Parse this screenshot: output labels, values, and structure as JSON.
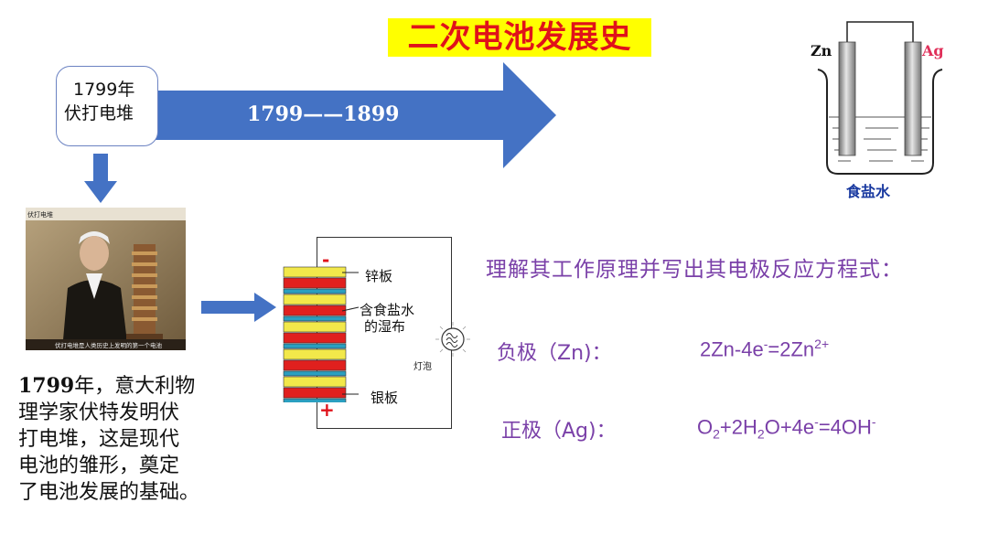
{
  "title": "二次电池发展史",
  "timeline": {
    "start_box_line1": "1799年",
    "start_box_line2": "伏打电堆",
    "arrow_label": "1799——1899"
  },
  "photo": {
    "caption": "伏打电堆",
    "subcaption": "伏打电堆是人类历史上发明的第一个电池"
  },
  "paragraph": {
    "year": "1799",
    "text_after_year": "年，意大利物理学家伏特发明伏打电堆，这是现代电池的雏形，奠定了电池发展的基础。",
    "lines": [
      "年，意大利物",
      "理学家伏特发明伏",
      "打电堆，这是现代",
      "电池的雏形，奠定",
      "了电池发展的基础。"
    ]
  },
  "pile_diagram": {
    "minus": "-",
    "plus": "+",
    "label_zinc": "锌板",
    "label_cloth_1": "含食盐水",
    "label_cloth_2": "的湿布",
    "label_silver": "银板",
    "label_bulb": "灯泡"
  },
  "beaker": {
    "left_electrode": "Zn",
    "right_electrode": "Ag",
    "solution": "食盐水"
  },
  "question": "理解其工作原理并写出其电极反应方程式：",
  "equations": {
    "negative_label": "负极（Zn)：",
    "negative_eq_main": "2Zn-4e",
    "negative_eq_sup1": "-",
    "negative_eq_mid": "=2Zn",
    "negative_eq_sup2": "2+",
    "positive_label": "正极（Ag)：",
    "positive_eq_o": "O",
    "positive_eq_sub1": "2",
    "positive_eq_p1": "+2H",
    "positive_eq_sub2": "2",
    "positive_eq_p2": "O+4e",
    "positive_eq_sup1": "-",
    "positive_eq_p3": "=4OH",
    "positive_eq_sup2": "-"
  },
  "colors": {
    "title_bg": "#ffff00",
    "title_text": "#e0121a",
    "arrow": "#4472c4",
    "purple_text": "#7a40a8",
    "zinc_plate": "#f2e84a",
    "silver_plate": "#e0201e",
    "cloth": "#2a9fc0"
  }
}
